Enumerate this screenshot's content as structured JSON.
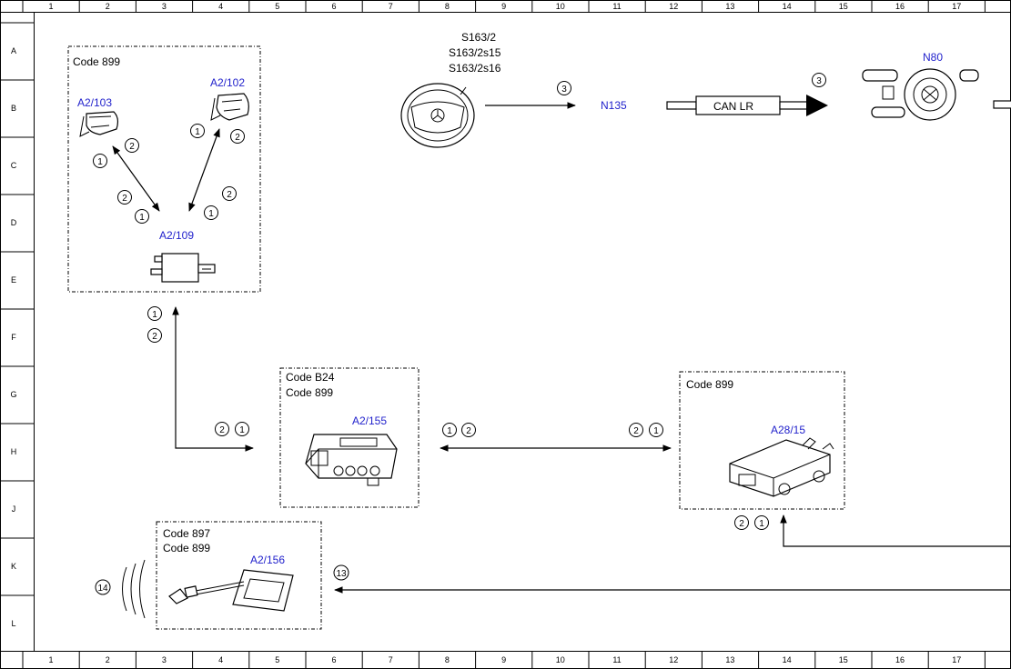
{
  "grid": {
    "columns": [
      "1",
      "2",
      "3",
      "4",
      "5",
      "6",
      "7",
      "8",
      "9",
      "10",
      "11",
      "12",
      "13",
      "14",
      "15",
      "16",
      "17"
    ],
    "rows": [
      "A",
      "B",
      "C",
      "D",
      "E",
      "F",
      "G",
      "H",
      "J",
      "K",
      "L"
    ]
  },
  "groups": {
    "mirrors": {
      "code": "Code 899"
    },
    "a2_155": {
      "codes": [
        "Code B24",
        "Code 899"
      ]
    },
    "a28_15": {
      "code": "Code 899"
    },
    "a2_156": {
      "codes": [
        "Code 897",
        "Code 899"
      ]
    }
  },
  "components": {
    "a2_103": "A2/103",
    "a2_102": "A2/102",
    "a2_109": "A2/109",
    "a2_155": "A2/155",
    "a28_15": "A28/15",
    "a2_156": "A2/156",
    "n135": "N135",
    "n80": "N80",
    "steering_labels": [
      "S163/2",
      "S163/2s15",
      "S163/2s16"
    ]
  },
  "bus": {
    "label": "CAN LR"
  },
  "markers": {
    "one": "1",
    "two": "2",
    "three": "3",
    "thirteen": "13",
    "fourteen": "14"
  },
  "colors": {
    "component_label": "#2222cc",
    "line": "#000000"
  }
}
